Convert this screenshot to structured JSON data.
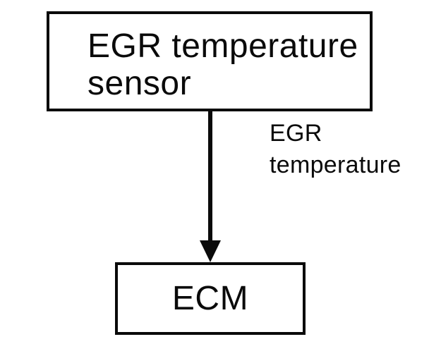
{
  "diagram": {
    "background_color": "#ffffff",
    "ink_color": "#0a0a0a",
    "nodes": [
      {
        "id": "egr-temperature-sensor",
        "lines": [
          "EGR temperature",
          "sensor"
        ]
      },
      {
        "id": "ecm",
        "lines": [
          "ECM"
        ]
      }
    ],
    "connector": {
      "from": "egr-temperature-sensor",
      "to": "ecm",
      "direction": "down",
      "arrowhead": "filled-triangle",
      "label_lines": [
        "EGR",
        "temperature"
      ]
    }
  }
}
